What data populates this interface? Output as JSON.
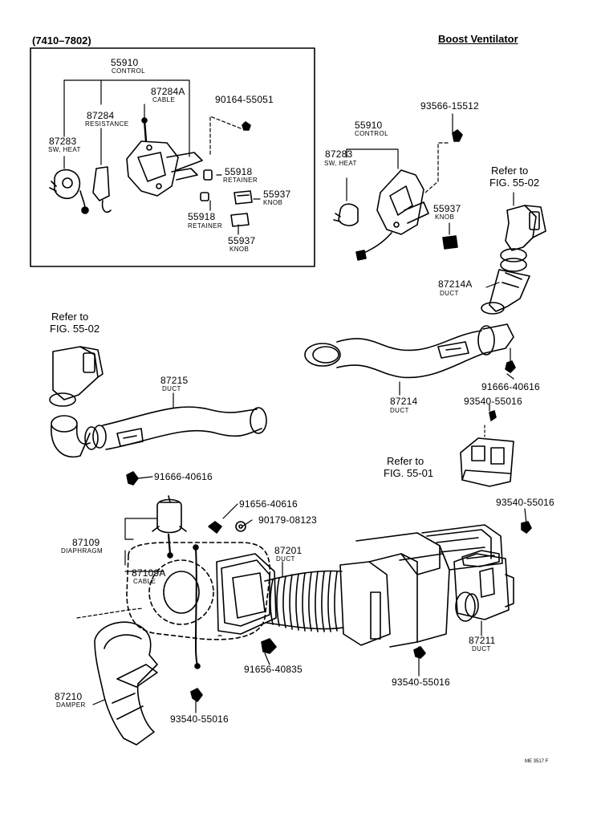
{
  "header": {
    "range": "(7410–7802)",
    "title": "Boost Ventilator"
  },
  "inset": {
    "control_num": "55910",
    "control_sub": "CONTROL",
    "cable_num": "87284A",
    "cable_sub": "CABLE",
    "resistance_num": "87284",
    "resistance_sub": "RESISTANCE",
    "sw_num": "87283",
    "sw_sub": "SW, HEAT",
    "bolt": "90164-55051",
    "retainer1_num": "55918",
    "retainer1_sub": "RETAINER",
    "knob1_num": "55937",
    "knob1_sub": "KNOB",
    "retainer2_num": "55918",
    "retainer2_sub": "RETAINER",
    "knob2_num": "55937",
    "knob2_sub": "KNOB"
  },
  "right_control": {
    "screw": "93566-15512",
    "control_num": "55910",
    "control_sub": "CONTROL",
    "sw_num": "87283",
    "sw_sub": "SW, HEAT",
    "knob_num": "55937",
    "knob_sub": "KNOB",
    "refer_line1": "Refer to",
    "refer_line2": "FIG. 55-02"
  },
  "ducts": {
    "d87214a_num": "87214A",
    "d87214a_sub": "DUCT",
    "bolt1": "91666-40616",
    "d87214_num": "87214",
    "d87214_sub": "DUCT",
    "bolt2": "93540-55016",
    "refer_left_line1": "Refer to",
    "refer_left_line2": "FIG. 55-02",
    "d87215_num": "87215",
    "d87215_sub": "DUCT",
    "refer_bottom_line1": "Refer to",
    "refer_bottom_line2": "FIG. 55-01",
    "bolt3": "91666-40616"
  },
  "lower": {
    "bolt_a": "91656-40616",
    "bolt_b": "90179-08123",
    "bolt_c": "93540-55016",
    "diaphragm_num": "87109",
    "diaphragm_sub": "DIAPHRAGM",
    "duct201_num": "87201",
    "duct201_sub": "DUCT",
    "cable_num": "87109A",
    "cable_sub": "CABLE",
    "duct211_num": "87211",
    "duct211_sub": "DUCT",
    "bolt_d": "91656-40835",
    "bolt_e": "93540-55016",
    "damper_num": "87210",
    "damper_sub": "DAMPER",
    "bolt_f": "93540-55016"
  },
  "footer": {
    "code": "ME 3517 F"
  }
}
